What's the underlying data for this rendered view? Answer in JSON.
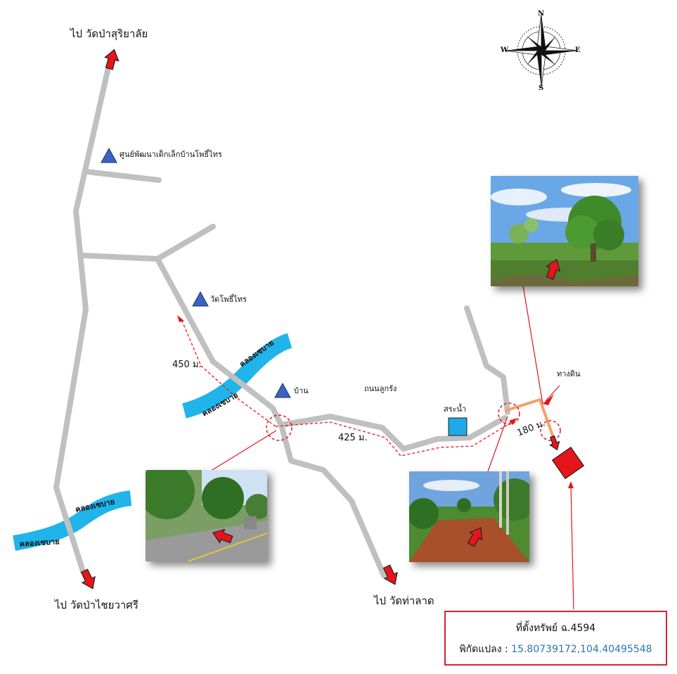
{
  "colors": {
    "road": "#c0c0c0",
    "canal": "#1fb4ea",
    "arrow_red": "#e8141b",
    "route_dashed": "#e8141b",
    "dirt_road": "#f4a06a",
    "landmark": "#3a62c4",
    "pond": "#1fa9e8",
    "info_border": "#d8232a",
    "coord_value": "#2e75b6"
  },
  "destinations": {
    "north": "ไป วัดป่าสุริยาลัย",
    "south_west": "ไป วัดป่าไชยวาศรี",
    "south": "ไป วัดท่าลาด"
  },
  "landmarks": {
    "childcare_center": "ศูนย์พัฒนาเด็กเล็กบ้านโพธิ์ไทร",
    "temple": "วัดโพธิ์ไทร",
    "village": "บ้าน",
    "pond": "สระน้ำ"
  },
  "roads": {
    "main_road": "ถนนลูกรัง",
    "dirt_road": "ทางดิน"
  },
  "canal_labels": [
    "คลองเซบาย",
    "คลองเซบาย",
    "คลองเซบาย"
  ],
  "distances": {
    "d450": "450 ม.",
    "d425": "425 ม.",
    "d180": "180 ม."
  },
  "compass": {
    "n": "N",
    "s": "S",
    "e": "E",
    "w": "W",
    "icon": "compass-rose-icon"
  },
  "property": {
    "title": "ที่ตั้งทรัพย์ ฉ.4594",
    "coord_label": "พิกัดแปลง :",
    "coord_value": "15.80739172,104.40495548"
  }
}
